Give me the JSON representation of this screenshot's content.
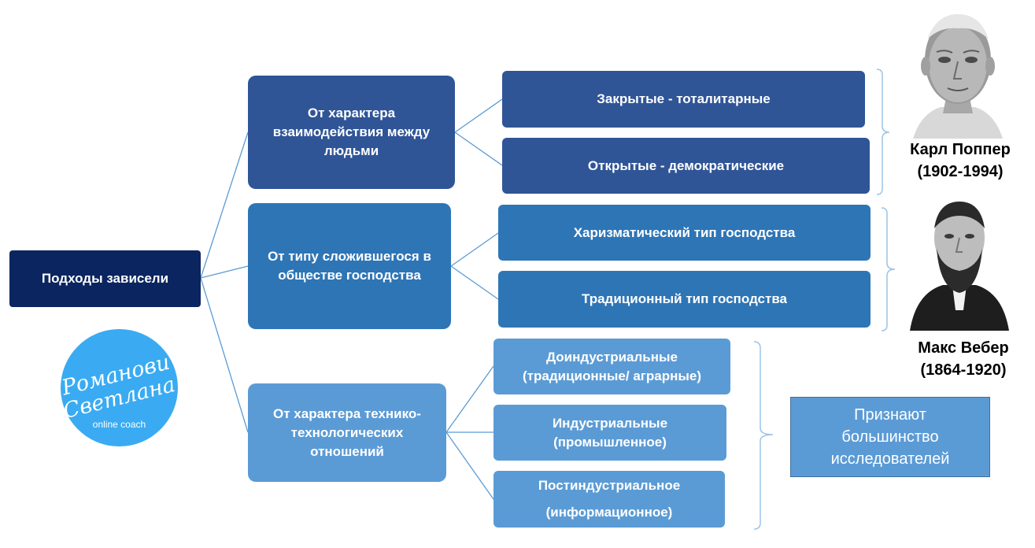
{
  "root": {
    "label": "Подходы  зависели"
  },
  "categories": [
    {
      "lines": [
        "От  характера",
        "взаимодействия между",
        "людьми"
      ]
    },
    {
      "lines": [
        "От типу сложившегося в",
        "обществе господства"
      ]
    },
    {
      "lines": [
        "От характера технико-",
        "технологических",
        "отношений"
      ]
    }
  ],
  "types": [
    {
      "lines": [
        "Закрытые - тоталитарные"
      ]
    },
    {
      "lines": [
        "Открытые - демократические"
      ]
    },
    {
      "lines": [
        "Харизматический тип господства"
      ]
    },
    {
      "lines": [
        "Традиционный тип господства"
      ]
    },
    {
      "lines": [
        "Доиндустриальные",
        "(традиционные/ аграрные)"
      ]
    },
    {
      "lines": [
        "Индустриальные",
        "(промышленное)"
      ]
    },
    {
      "lines": [
        "Постиндустриальное",
        "(информационное)"
      ]
    }
  ],
  "authors": [
    {
      "name": "Карл Поппер",
      "years": "(1902-1994)"
    },
    {
      "name": "Макс Вебер",
      "years": "(1864-1920)"
    }
  ],
  "note": {
    "lines": [
      "Признают",
      "большинство",
      "исследователей"
    ]
  },
  "logo": {
    "script_line1": "Романович",
    "script_line2": "Светлана",
    "subtitle": "online coach"
  },
  "colors": {
    "root": "#0b2560",
    "level1": "#2f5597",
    "level2": "#2e75b6",
    "level3": "#5b9bd5",
    "connector": "#5b9bd5",
    "logo": "#3aabf2"
  }
}
